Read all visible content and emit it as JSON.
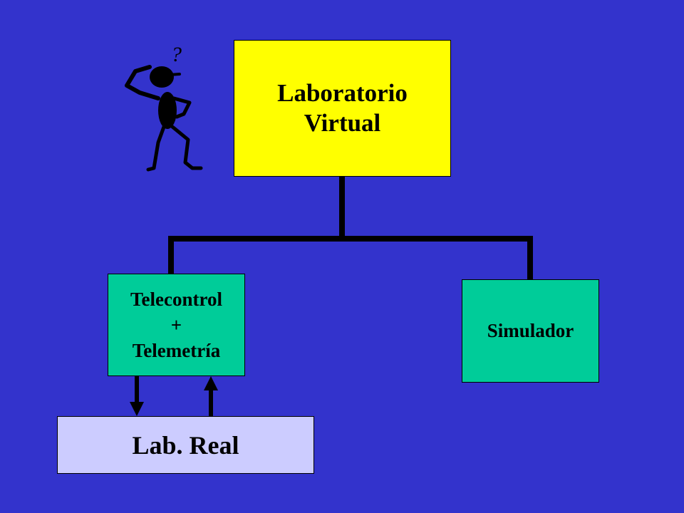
{
  "colors": {
    "background": "#3333CC",
    "root_fill": "#FFFF00",
    "child_fill": "#00CC99",
    "real_fill": "#CCCCFF",
    "line": "#000000"
  },
  "root": {
    "lines": [
      "Laboratorio",
      "Virtual"
    ]
  },
  "left_child": {
    "lines": [
      "Telecontrol",
      "+",
      "Telemetría"
    ]
  },
  "right_child": {
    "lines": [
      "Simulador"
    ]
  },
  "real_lab": {
    "label": "Lab. Real"
  },
  "figure": {
    "icon": "confused-person-icon",
    "glyph": "?"
  }
}
